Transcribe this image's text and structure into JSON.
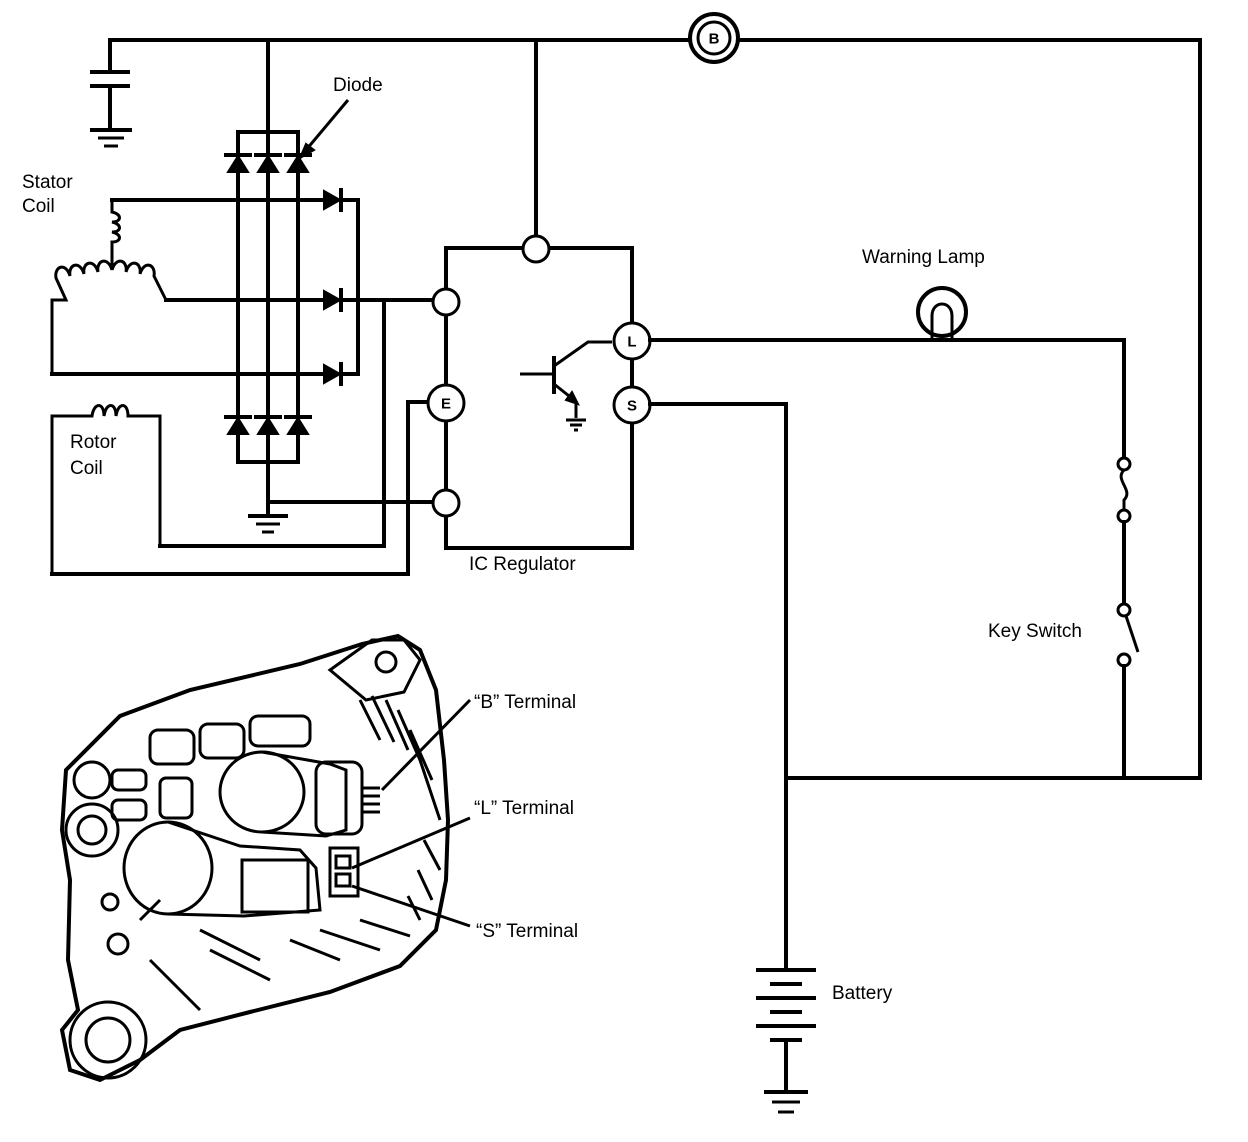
{
  "diagram": {
    "labels": {
      "diode": "Diode",
      "stator_coil_line1": "Stator",
      "stator_coil_line2": "Coil",
      "rotor_coil_line1": "Rotor",
      "rotor_coil_line2": "Coil",
      "ic_regulator": "IC Regulator",
      "warning_lamp": "Warning Lamp",
      "key_switch": "Key Switch",
      "battery": "Battery",
      "b_terminal_callout": "“B” Terminal",
      "l_terminal_callout": "“L” Terminal",
      "s_terminal_callout": "“S” Terminal"
    },
    "terminals": {
      "b": "B",
      "l": "L",
      "s": "S",
      "e": "E"
    }
  }
}
